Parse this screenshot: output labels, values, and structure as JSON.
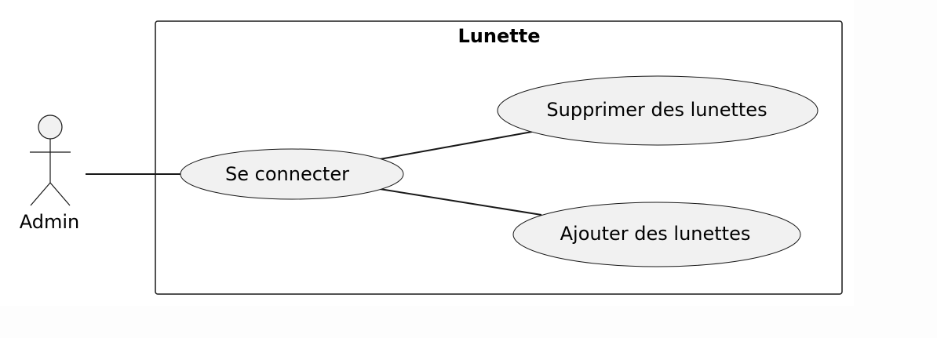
{
  "system": {
    "title": "Lunette"
  },
  "actor": {
    "name": "Admin"
  },
  "use_cases": {
    "login": "Se connecter",
    "delete": "Supprimer des lunettes",
    "add": "Ajouter des lunettes"
  },
  "colors": {
    "use_case_fill": "#f1f1f1",
    "line": "#181818",
    "background": "#fdfdfd"
  }
}
